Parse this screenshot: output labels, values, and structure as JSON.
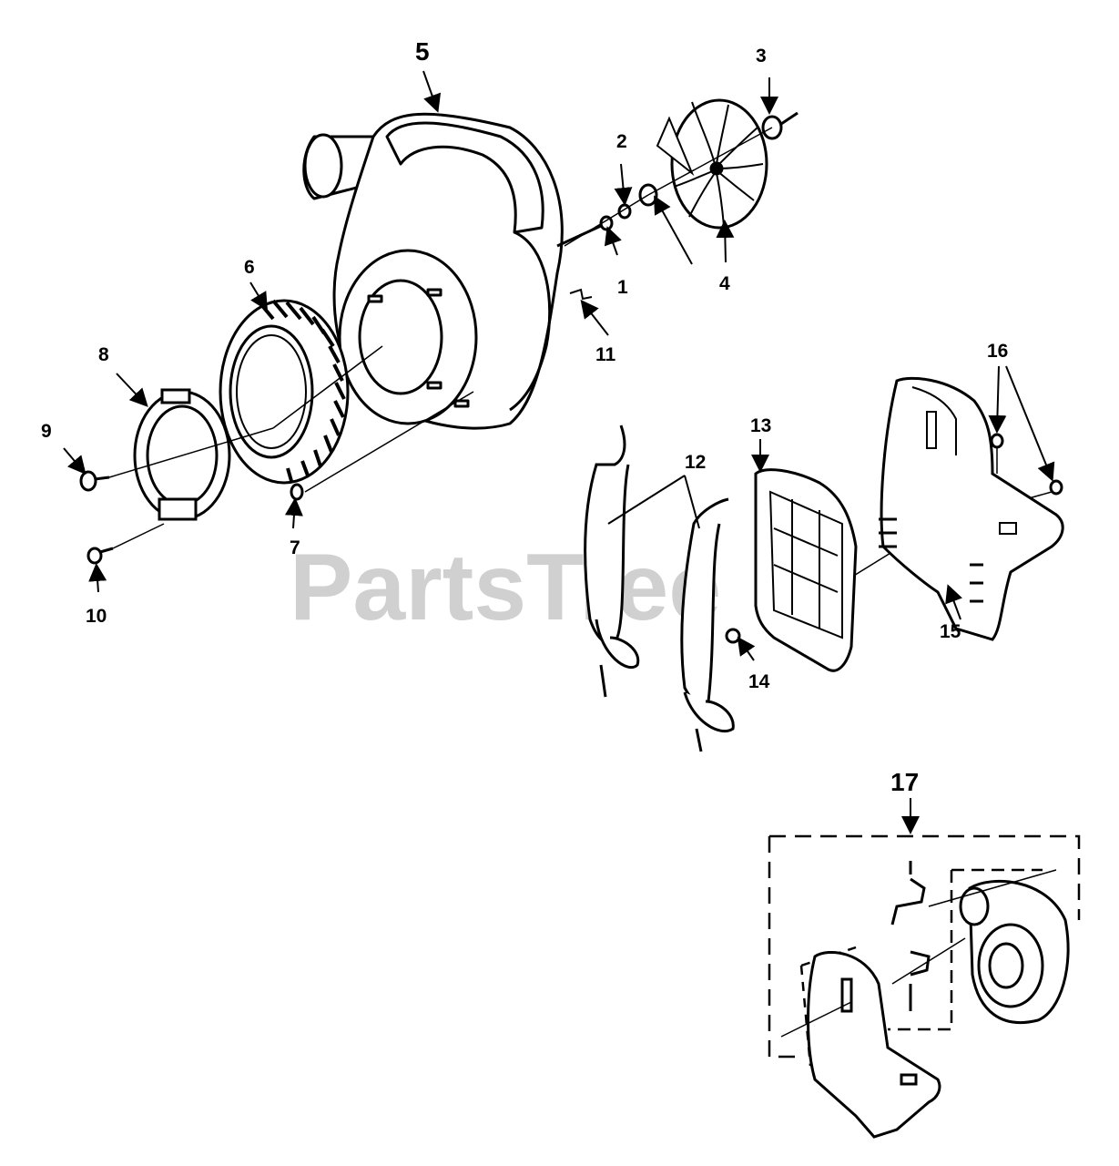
{
  "watermark": "PartsTree",
  "callouts": {
    "c1": "1",
    "c2": "2",
    "c3": "3",
    "c4": "4",
    "c5": "5",
    "c6": "6",
    "c7": "7",
    "c8": "8",
    "c9": "9",
    "c10": "10",
    "c11": "11",
    "c12": "12",
    "c13": "13",
    "c14": "14",
    "c15": "15",
    "c16": "16",
    "c17": "17"
  }
}
